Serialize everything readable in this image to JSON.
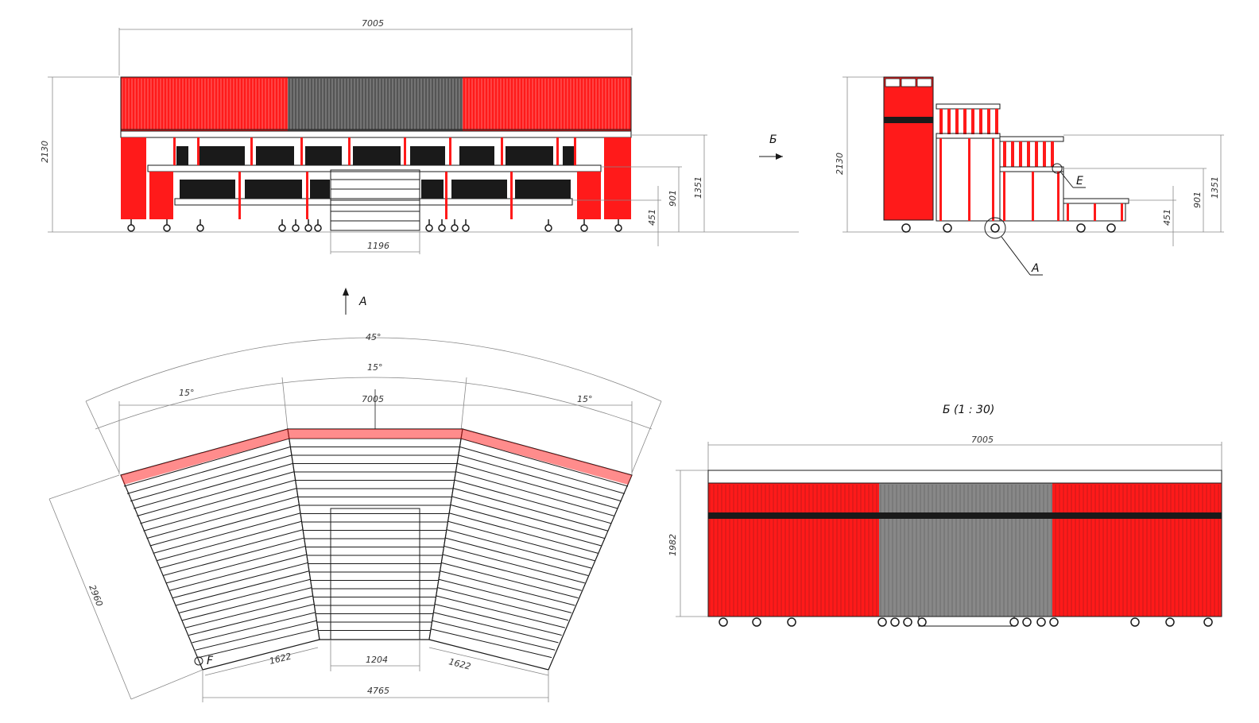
{
  "colors": {
    "accent": "#ff1a1a",
    "ink": "#1a1a1a",
    "dim": "#888888"
  },
  "front_view": {
    "width_dim": "7005",
    "height_dim": "2130",
    "stair_dim": "1196",
    "level_dims": [
      "1351",
      "901",
      "451"
    ]
  },
  "side_view": {
    "direction_label": "Б",
    "height_dim": "2130",
    "level_dims": [
      "1351",
      "901",
      "451"
    ],
    "callout_e": "E",
    "callout_a": "A"
  },
  "plan_view": {
    "arrow_label": "A",
    "angle_total": "45°",
    "angle_center": "15°",
    "angle_left": "15°",
    "angle_right": "15°",
    "width_dim": "7005",
    "depth_dim": "2960",
    "left_base": "1622",
    "center_base": "1204",
    "right_base": "1622",
    "total_base": "4765",
    "corner_label": "F"
  },
  "rear_view": {
    "title": "Б (1 : 30)",
    "width_dim": "7005",
    "height_dim": "1982"
  }
}
